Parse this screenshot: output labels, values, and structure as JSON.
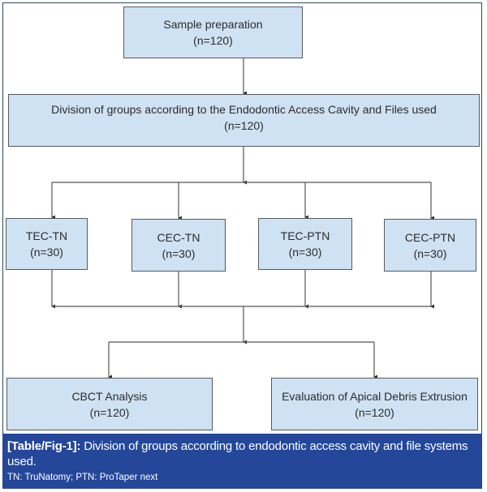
{
  "diagram": {
    "type": "flowchart",
    "nodes": {
      "sample": {
        "title": "Sample preparation",
        "count": "(n=120)"
      },
      "division": {
        "title": "Division of groups according to the Endodontic Access Cavity and Files used",
        "count": "(n=120)"
      },
      "groups": [
        {
          "title": "TEC-TN",
          "count": "(n=30)"
        },
        {
          "title": "CEC-TN",
          "count": "(n=30)"
        },
        {
          "title": "TEC-PTN",
          "count": "(n=30)"
        },
        {
          "title": "CEC-PTN",
          "count": "(n=30)"
        }
      ],
      "outcomes": [
        {
          "title": "CBCT Analysis",
          "count": "(n=120)"
        },
        {
          "title": "Evaluation of Apical Debris Extrusion",
          "count": "(n=120)"
        }
      ]
    },
    "edges": [
      [
        "sample",
        "division"
      ],
      [
        "division",
        "TEC-TN"
      ],
      [
        "division",
        "CEC-TN"
      ],
      [
        "division",
        "TEC-PTN"
      ],
      [
        "division",
        "CEC-PTN"
      ],
      [
        "TEC-TN",
        "merge"
      ],
      [
        "CEC-TN",
        "merge"
      ],
      [
        "TEC-PTN",
        "merge"
      ],
      [
        "CEC-PTN",
        "merge"
      ],
      [
        "merge",
        "CBCT Analysis"
      ],
      [
        "merge",
        "Evaluation of Apical Debris Extrusion"
      ]
    ],
    "colors": {
      "box_fill": "#cfe2f3",
      "box_border": "#555a5e",
      "caption_bg": "#24479a",
      "frame_border": "#2c4a5e"
    }
  },
  "caption": {
    "label": "[Table/Fig-1]:",
    "text": " Division of groups according to endodontic access cavity and file systems used.",
    "abbreviations": "TN: TruNatomy; PTN: ProTaper next"
  }
}
